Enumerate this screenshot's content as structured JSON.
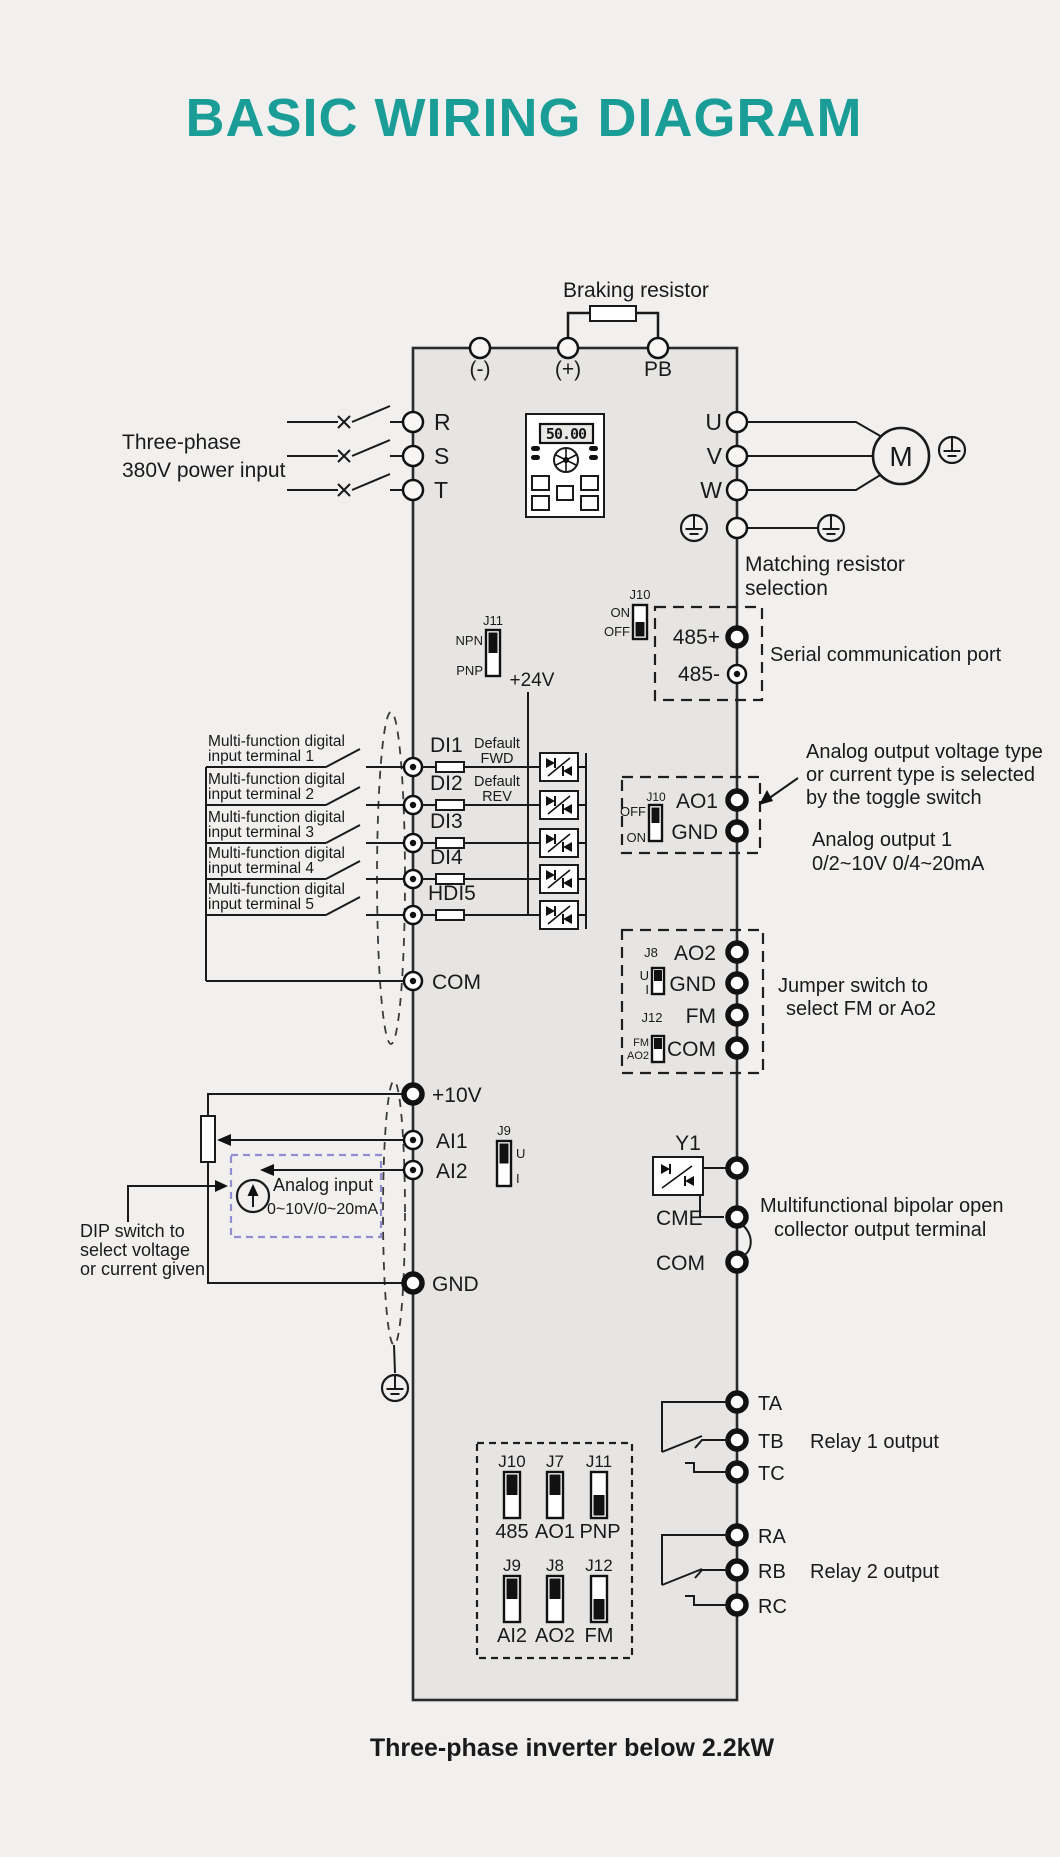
{
  "title": "BASIC WIRING DIAGRAM",
  "caption": "Three-phase inverter below 2.2kW",
  "colors": {
    "accent": "#1b9d97",
    "background": "#f1f0ee",
    "inverter_fill": "#e6e5e3",
    "line": "#1a1a1a",
    "analog_dash": "#8f8fd2"
  },
  "power_input": {
    "line1": "Three-phase",
    "line2": "380V power input",
    "r": "R",
    "s": "S",
    "t": "T"
  },
  "dc_bus": {
    "label": "Braking resistor",
    "minus": "(-)",
    "plus": "(+)",
    "pb": "PB"
  },
  "keypad": {
    "display_value": "50.00"
  },
  "output": {
    "u": "U",
    "v": "V",
    "w": "W",
    "motor": "M",
    "note1": "Matching resistor",
    "note2": "selection"
  },
  "serial": {
    "jumper": "J10",
    "on": "ON",
    "off": "OFF",
    "t485p": "485+",
    "t485m": "485-",
    "note": "Serial communication port"
  },
  "logic_type": {
    "jumper": "J11",
    "npn": "NPN",
    "pnp": "PNP",
    "v24": "+24V"
  },
  "digital_inputs": {
    "com": "COM",
    "rows": [
      {
        "desc1": "Multi-function digital",
        "desc2": "input terminal 1",
        "name": "DI1",
        "def1": "Default",
        "def2": "FWD"
      },
      {
        "desc1": "Multi-function digital",
        "desc2": "input terminal 2",
        "name": "DI2",
        "def1": "Default",
        "def2": "REV"
      },
      {
        "desc1": "Multi-function digital",
        "desc2": "input terminal 3",
        "name": "DI3"
      },
      {
        "desc1": "Multi-function digital",
        "desc2": "input terminal 4",
        "name": "DI4"
      },
      {
        "desc1": "Multi-function digital",
        "desc2": "input terminal 5",
        "name": "HDI5"
      }
    ]
  },
  "analog_out1": {
    "jumper": "J10",
    "off": "OFF",
    "on": "ON",
    "ao1": "AO1",
    "gnd": "GND",
    "note1": "Analog output voltage type",
    "note2": "or current type is selected",
    "note3": "by the toggle switch",
    "spec1": "Analog output 1",
    "spec2": "0/2~10V  0/4~20mA"
  },
  "analog_out2": {
    "j8": "J8",
    "u": "U",
    "i": "I",
    "j12": "J12",
    "fm_small": "FM",
    "ao2_small": "AO2",
    "ao2": "AO2",
    "gnd": "GND",
    "fm": "FM",
    "com": "COM",
    "note1": "Jumper switch to",
    "note2": "select FM or Ao2"
  },
  "analog_in": {
    "v10": "+10V",
    "ai1": "AI1",
    "ai2": "AI2",
    "j9": "J9",
    "u": "U",
    "i": "I",
    "box1": "Analog input",
    "box2": "0~10V/0~20mA",
    "gnd": "GND",
    "dip1": "DIP switch to",
    "dip2": "select voltage",
    "dip3": "or current given"
  },
  "open_collector": {
    "y1": "Y1",
    "cme": "CME",
    "com": "COM",
    "note1": "Multifunctional bipolar open",
    "note2": "collector output terminal"
  },
  "relay1": {
    "ta": "TA",
    "tb": "TB",
    "tc": "TC",
    "label": "Relay 1 output"
  },
  "relay2": {
    "ra": "RA",
    "rb": "RB",
    "rc": "RC",
    "label": "Relay 2 output"
  },
  "states": {
    "serial_j10": "down",
    "logic_j11": "up",
    "ao1_j10": "up",
    "ao2_j8": "up",
    "fm_j12": "up",
    "ai2_j9": "up"
  },
  "jumper_panel": {
    "items": [
      {
        "name": "J10",
        "value": "485",
        "state": "up"
      },
      {
        "name": "J7",
        "value": "AO1",
        "state": "up"
      },
      {
        "name": "J11",
        "value": "PNP",
        "state": "down"
      },
      {
        "name": "J9",
        "value": "AI2",
        "state": "up"
      },
      {
        "name": "J8",
        "value": "AO2",
        "state": "up"
      },
      {
        "name": "J12",
        "value": "FM",
        "state": "down"
      }
    ]
  }
}
